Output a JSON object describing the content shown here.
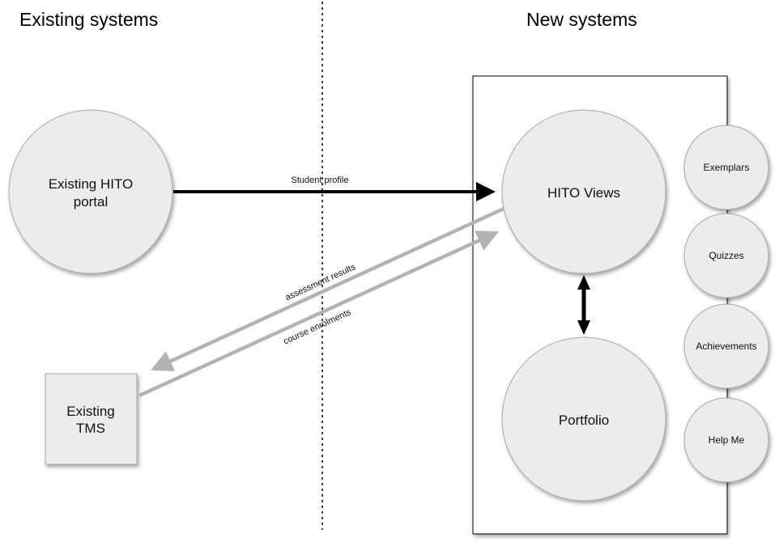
{
  "headings": {
    "left": "Existing systems",
    "right": "New systems"
  },
  "nodes": {
    "hito_portal": [
      "Existing HITO",
      "portal"
    ],
    "tms": [
      "Existing",
      "TMS"
    ],
    "hito_views": "HITO Views",
    "portfolio": "Portfolio",
    "exemplars": "Exemplars",
    "quizzes": "Quizzes",
    "achievements": "Achievements",
    "help_me": "Help Me"
  },
  "edges": {
    "student_profile": "Student profile",
    "assessment_results": "assessment results",
    "course_enrolments": "course enrolments"
  },
  "colors": {
    "node_fill": "#ececec",
    "node_stroke": "#a8a8a8",
    "black_arrow": "#000000",
    "grey_arrow": "#b3b3b3"
  }
}
